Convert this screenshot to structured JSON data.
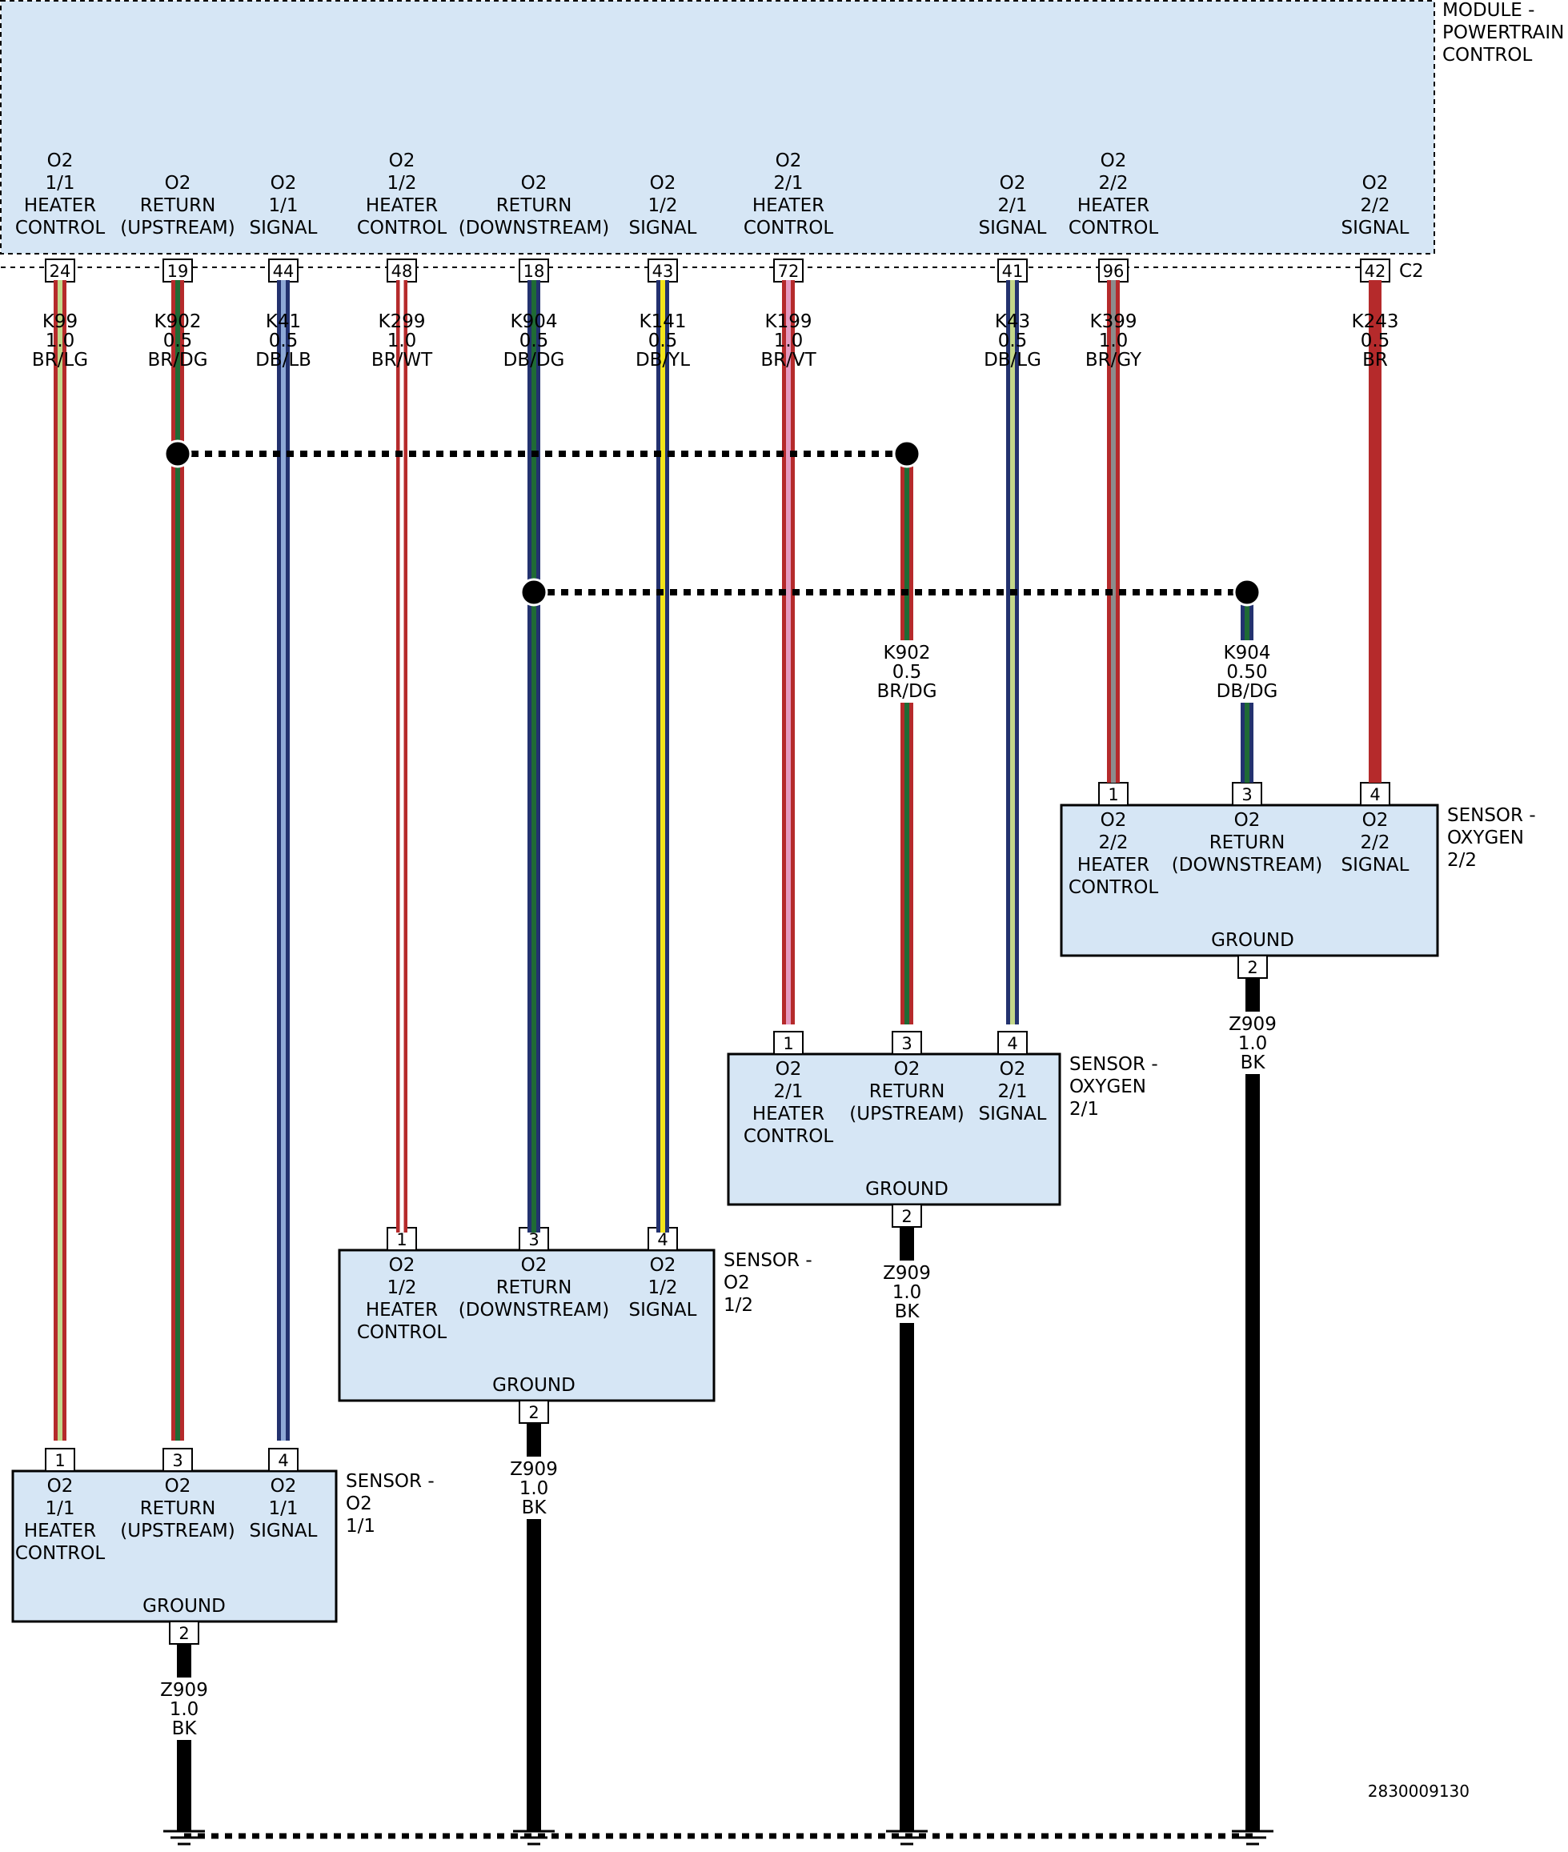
{
  "colors": {
    "box_fill": "#d6e6f5",
    "BR": "#b52a2b",
    "LG": "#c3d78a",
    "DG": "#1f6b35",
    "DB": "#23326f",
    "LB": "#8ea9d6",
    "WT": "#ffffff",
    "YL": "#f3e51a",
    "VT": "#e59ac0",
    "GY": "#8c8c8c",
    "BK": "#000000"
  },
  "pcm": {
    "title": [
      "MODULE -",
      "POWERTRAIN",
      "CONTROL"
    ],
    "connector": "C2",
    "pins": [
      {
        "pin": "24",
        "func": [
          "O2",
          "1/1",
          "HEATER",
          "CONTROL"
        ],
        "wire": "K99",
        "gauge": "1.0",
        "color": "BR/LG"
      },
      {
        "pin": "19",
        "func": [
          "O2",
          "RETURN",
          "(UPSTREAM)"
        ],
        "wire": "K902",
        "gauge": "0.5",
        "color": "BR/DG"
      },
      {
        "pin": "44",
        "func": [
          "O2",
          "1/1",
          "SIGNAL"
        ],
        "wire": "K41",
        "gauge": "0.5",
        "color": "DB/LB"
      },
      {
        "pin": "48",
        "func": [
          "O2",
          "1/2",
          "HEATER",
          "CONTROL"
        ],
        "wire": "K299",
        "gauge": "1.0",
        "color": "BR/WT"
      },
      {
        "pin": "18",
        "func": [
          "O2",
          "RETURN",
          "(DOWNSTREAM)"
        ],
        "wire": "K904",
        "gauge": "0.5",
        "color": "DB/DG"
      },
      {
        "pin": "43",
        "func": [
          "O2",
          "1/2",
          "SIGNAL"
        ],
        "wire": "K141",
        "gauge": "0.5",
        "color": "DB/YL"
      },
      {
        "pin": "72",
        "func": [
          "O2",
          "2/1",
          "HEATER",
          "CONTROL"
        ],
        "wire": "K199",
        "gauge": "1.0",
        "color": "BR/VT"
      },
      {
        "pin": "41",
        "func": [
          "O2",
          "2/1",
          "SIGNAL"
        ],
        "wire": "K43",
        "gauge": "0.5",
        "color": "DB/LG"
      },
      {
        "pin": "96",
        "func": [
          "O2",
          "2/2",
          "HEATER",
          "CONTROL"
        ],
        "wire": "K399",
        "gauge": "1.0",
        "color": "BR/GY"
      },
      {
        "pin": "42",
        "func": [
          "O2",
          "2/2",
          "SIGNAL"
        ],
        "wire": "K243",
        "gauge": "0.5",
        "color": "BR"
      }
    ]
  },
  "branches": [
    {
      "wire": "K902",
      "gauge": "0.5",
      "color": "BR/DG"
    },
    {
      "wire": "K904",
      "gauge": "0.50",
      "color": "DB/DG"
    }
  ],
  "sensors": [
    {
      "name": [
        "SENSOR -",
        "O2",
        "1/1"
      ],
      "pins": [
        {
          "pin": "1",
          "func": [
            "O2",
            "1/1",
            "HEATER",
            "CONTROL"
          ]
        },
        {
          "pin": "3",
          "func": [
            "O2",
            "RETURN",
            "(UPSTREAM)"
          ]
        },
        {
          "pin": "4",
          "func": [
            "O2",
            "1/1",
            "SIGNAL"
          ]
        }
      ],
      "ground_label": "GROUND",
      "ground_pin": "2",
      "ground_wire": {
        "wire": "Z909",
        "gauge": "1.0",
        "color": "BK"
      }
    },
    {
      "name": [
        "SENSOR -",
        "O2",
        "1/2"
      ],
      "pins": [
        {
          "pin": "1",
          "func": [
            "O2",
            "1/2",
            "HEATER",
            "CONTROL"
          ]
        },
        {
          "pin": "3",
          "func": [
            "O2",
            "RETURN",
            "(DOWNSTREAM)"
          ]
        },
        {
          "pin": "4",
          "func": [
            "O2",
            "1/2",
            "SIGNAL"
          ]
        }
      ],
      "ground_label": "GROUND",
      "ground_pin": "2",
      "ground_wire": {
        "wire": "Z909",
        "gauge": "1.0",
        "color": "BK"
      }
    },
    {
      "name": [
        "SENSOR -",
        "OXYGEN",
        "2/1"
      ],
      "pins": [
        {
          "pin": "1",
          "func": [
            "O2",
            "2/1",
            "HEATER",
            "CONTROL"
          ]
        },
        {
          "pin": "3",
          "func": [
            "O2",
            "RETURN",
            "(UPSTREAM)"
          ]
        },
        {
          "pin": "4",
          "func": [
            "O2",
            "2/1",
            "SIGNAL"
          ]
        }
      ],
      "ground_label": "GROUND",
      "ground_pin": "2",
      "ground_wire": {
        "wire": "Z909",
        "gauge": "1.0",
        "color": "BK"
      }
    },
    {
      "name": [
        "SENSOR -",
        "OXYGEN",
        "2/2"
      ],
      "pins": [
        {
          "pin": "1",
          "func": [
            "O2",
            "2/2",
            "HEATER",
            "CONTROL"
          ]
        },
        {
          "pin": "3",
          "func": [
            "O2",
            "RETURN",
            "(DOWNSTREAM)"
          ]
        },
        {
          "pin": "4",
          "func": [
            "O2",
            "2/2",
            "SIGNAL"
          ]
        }
      ],
      "ground_label": "GROUND",
      "ground_pin": "2",
      "ground_wire": {
        "wire": "Z909",
        "gauge": "1.0",
        "color": "BK"
      }
    }
  ],
  "figure_id": "2830009130"
}
